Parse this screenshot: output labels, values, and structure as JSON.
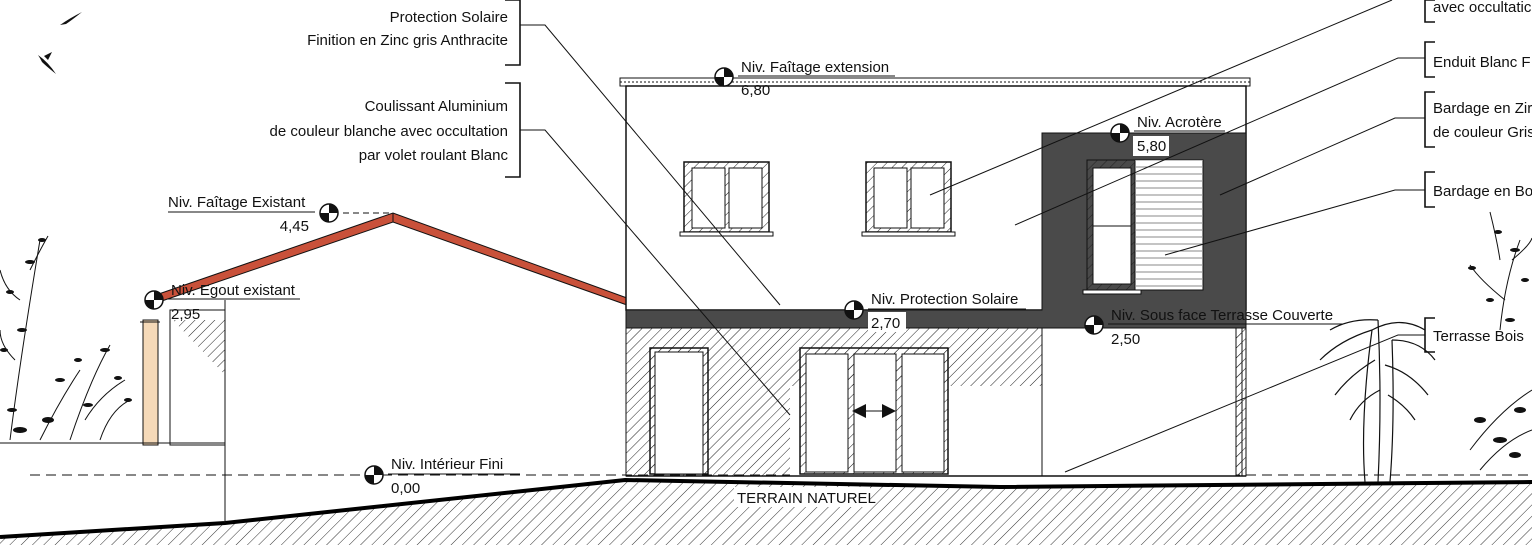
{
  "labels": {
    "protection_solaire": [
      "Protection Solaire",
      "Finition en Zinc gris Anthracite"
    ],
    "coulissant": [
      "Coulissant Aluminium",
      "de couleur blanche avec occultation",
      "par volet roulant Blanc"
    ],
    "right_top": "avec occultatic",
    "right_enduit": "Enduit Blanc F",
    "right_bardage_zinc": [
      "Bardage en Zir",
      "de couleur Gris"
    ],
    "right_bardage_bois": "Bardage en Bo",
    "right_terrasse": "Terrasse Bois"
  },
  "levels": {
    "faitage_extension": {
      "name": "Niv. Faîtage extension",
      "value": "6,80"
    },
    "acrotere": {
      "name": "Niv. Acrotère",
      "value": "5,80"
    },
    "faitage_existant": {
      "name": "Niv. Faîtage Existant",
      "value": "4,45"
    },
    "egout_existant": {
      "name": "Niv. Egout existant",
      "value": "2,95"
    },
    "protection_solaire": {
      "name": "Niv. Protection Solaire",
      "value": "2,70"
    },
    "sous_face": {
      "name": "Niv. Sous face Terrasse Couverte",
      "value": "2,50"
    },
    "interieur_fini": {
      "name": "Niv. Intérieur Fini",
      "value": "0,00"
    }
  },
  "terrain": "TERRAIN NATUREL",
  "colors": {
    "roof_existing": "#c9513a",
    "zinc_dark": "#4a4a4a",
    "line": "#111111",
    "wood_pale": "#f5d9b8"
  }
}
